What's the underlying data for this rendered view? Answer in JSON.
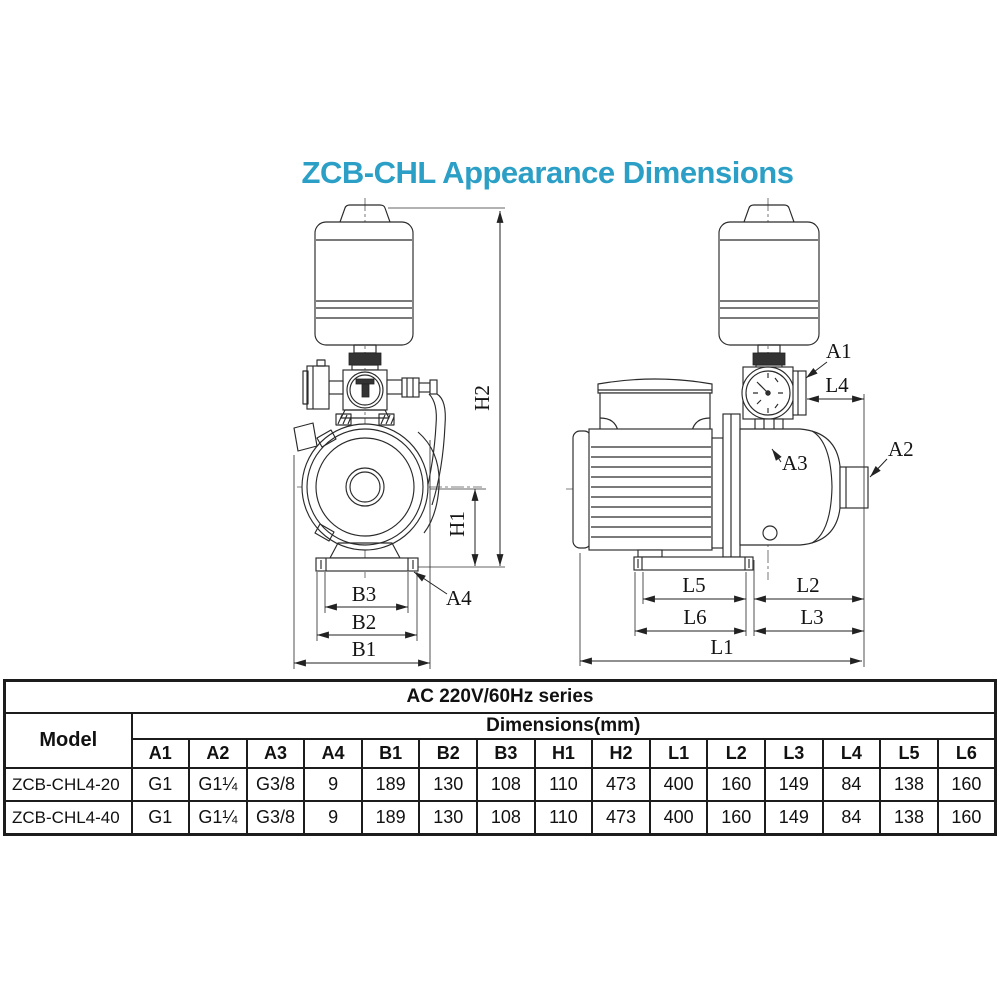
{
  "title": "ZCB-CHL Appearance Dimensions",
  "accent_color": "#2b9fc5",
  "line_color": "#2a2a2a",
  "diagram": {
    "labels": {
      "h1": "H1",
      "h2": "H2",
      "b1": "B1",
      "b2": "B2",
      "b3": "B3",
      "a1": "A1",
      "a2": "A2",
      "a3": "A3",
      "a4": "A4",
      "l1": "L1",
      "l2": "L2",
      "l3": "L3",
      "l4": "L4",
      "l5": "L5",
      "l6": "L6"
    }
  },
  "table": {
    "series_header": "AC 220V/60Hz series",
    "model_header": "Model",
    "dimensions_header": "Dimensions(mm)",
    "columns": [
      "A1",
      "A2",
      "A3",
      "A4",
      "B1",
      "B2",
      "B3",
      "H1",
      "H2",
      "L1",
      "L2",
      "L3",
      "L4",
      "L5",
      "L6"
    ],
    "rows": [
      {
        "model": "ZCB-CHL4-20",
        "values": [
          "G1",
          "G1¼",
          "G3/8",
          "9",
          "189",
          "130",
          "108",
          "110",
          "473",
          "400",
          "160",
          "149",
          "84",
          "138",
          "160"
        ]
      },
      {
        "model": "ZCB-CHL4-40",
        "values": [
          "G1",
          "G1¼",
          "G3/8",
          "9",
          "189",
          "130",
          "108",
          "110",
          "473",
          "400",
          "160",
          "149",
          "84",
          "138",
          "160"
        ]
      }
    ]
  }
}
